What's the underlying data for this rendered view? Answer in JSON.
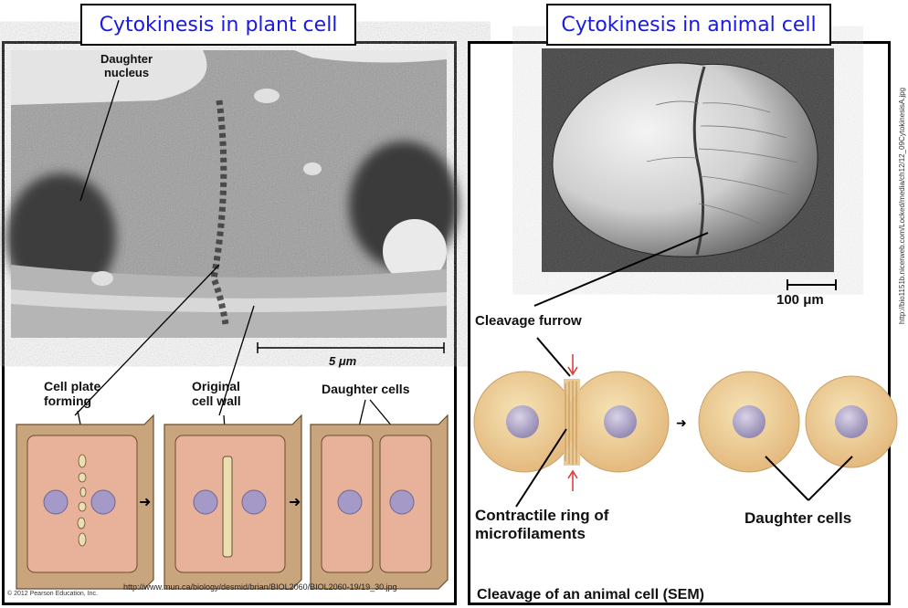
{
  "left": {
    "title": "Cytokinesis in plant cell",
    "micro_labels": {
      "daughter_nucleus": "Daughter\nnucleus",
      "scale": "5 μm"
    },
    "diagram_labels": {
      "cell_plate": "Cell plate\nforming",
      "original_wall": "Original\ncell wall",
      "daughter_cells": "Daughter cells"
    },
    "copyright": "© 2012 Pearson Education, Inc.",
    "source_url": "http://www.mun.ca/biology/desmid/brian/BIOL2060/BIOL2060-19/19_30.jpg"
  },
  "right": {
    "title": "Cytokinesis in animal cell",
    "scale": "100 μm",
    "labels": {
      "cleavage_furrow": "Cleavage furrow",
      "contractile_ring": "Contractile ring of\nmicrofilaments",
      "daughter_cells": "Daughter cells"
    },
    "caption": "Cleavage of an animal cell (SEM)",
    "vertical_url": "http://bio1151b.nicerweb.com/Locked/media/ch12/12_09CytokinesisA.jpg"
  }
}
